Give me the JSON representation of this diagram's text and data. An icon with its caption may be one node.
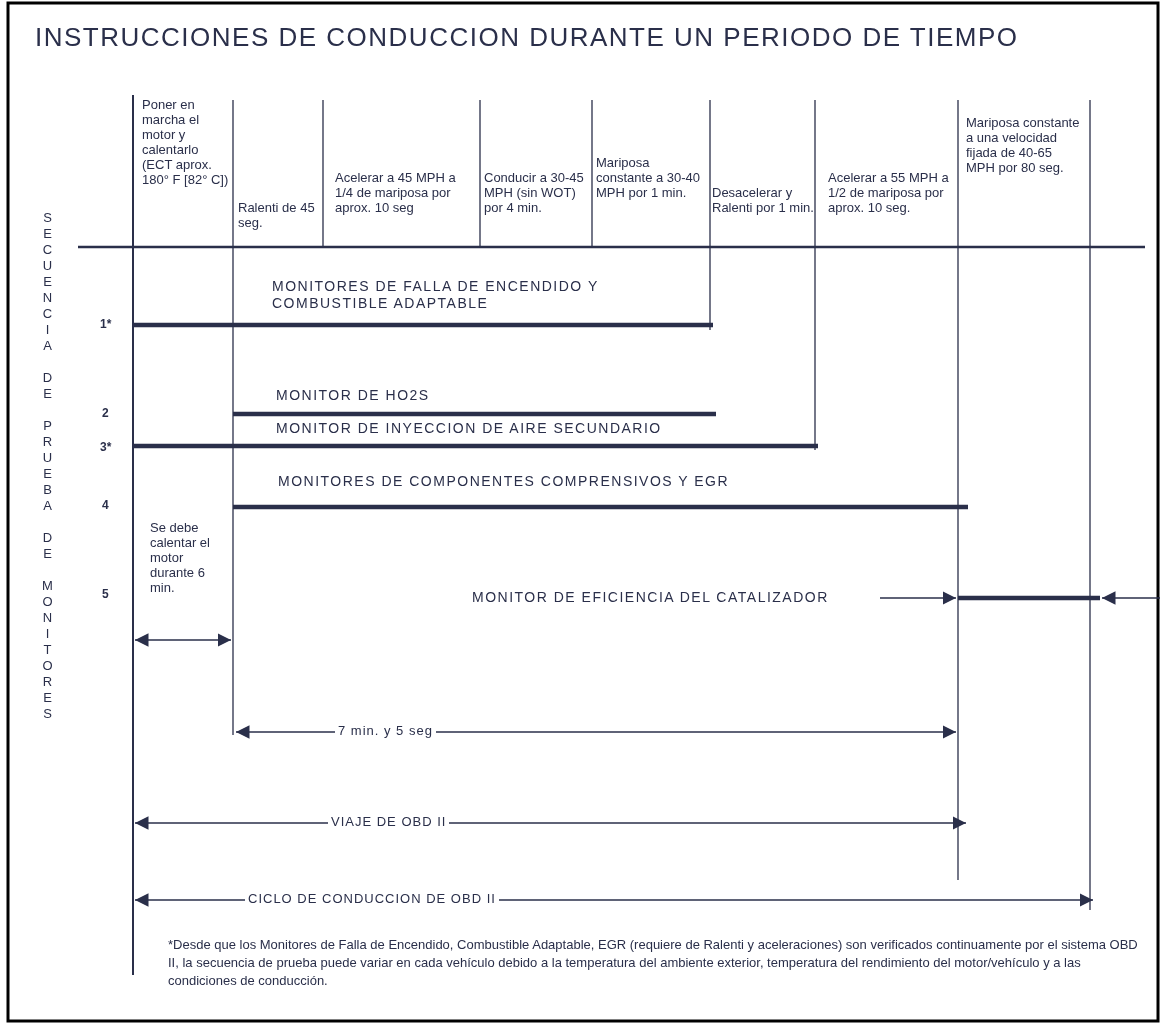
{
  "diagram": {
    "title": "INSTRUCCIONES DE CONDUCCION DURANTE UN PERIODO DE TIEMPO",
    "caption": "*Desde que los Monitores de Falla de Encendido, Combustible Adaptable, EGR (requiere de Ralenti y aceleraciones) son verificados continuamente por el sistema OBD II, la secuencia de prueba puede variar en cada vehículo debido a la temperatura del ambiente exterior, temperatura del rendimiento del motor/vehículo y a las condiciones de conducción.",
    "labels": [
      "Poner en marcha el motor y calentarlo (ECT aprox. 180° F [82° C])",
      "Ralenti de 45 seg.",
      "Acelerar a 45 MPH a 1/4 de mariposa por aprox. 10 seg",
      "Conducir a 30-45 MPH (sin WOT) por 4 min.",
      "Mariposa constante a 30-40 MPH por 1 min.",
      "Desacelerar y Ralenti por 1 min.",
      "Acelerar a 55 MPH a 1/2 de mariposa por aprox. 10 seg.",
      "Mariposa constante a una velocidad fijada de 40-65 MPH por 80 seg.",
      "SECUENCIA DE PRUEBA DE MONITORES",
      "MONITORES DE FALLA DE ENCENDIDO Y COMBUSTIBLE ADAPTABLE",
      "1*",
      "MONITOR DE HO2S",
      "2",
      "MONITOR DE INYECCION DE AIRE SECUNDARIO",
      "3*",
      "MONITORES DE COMPONENTES COMPRENSIVOS Y EGR",
      "4",
      "Se debe calentar el motor durante 6 min.",
      "5",
      "MONITOR DE EFICIENCIA DEL CATALIZADOR",
      "7 min. y 5 seg",
      "VIAJE DE OBD II",
      "CICLO DE CONDUCCION DE OBD II"
    ]
  }
}
